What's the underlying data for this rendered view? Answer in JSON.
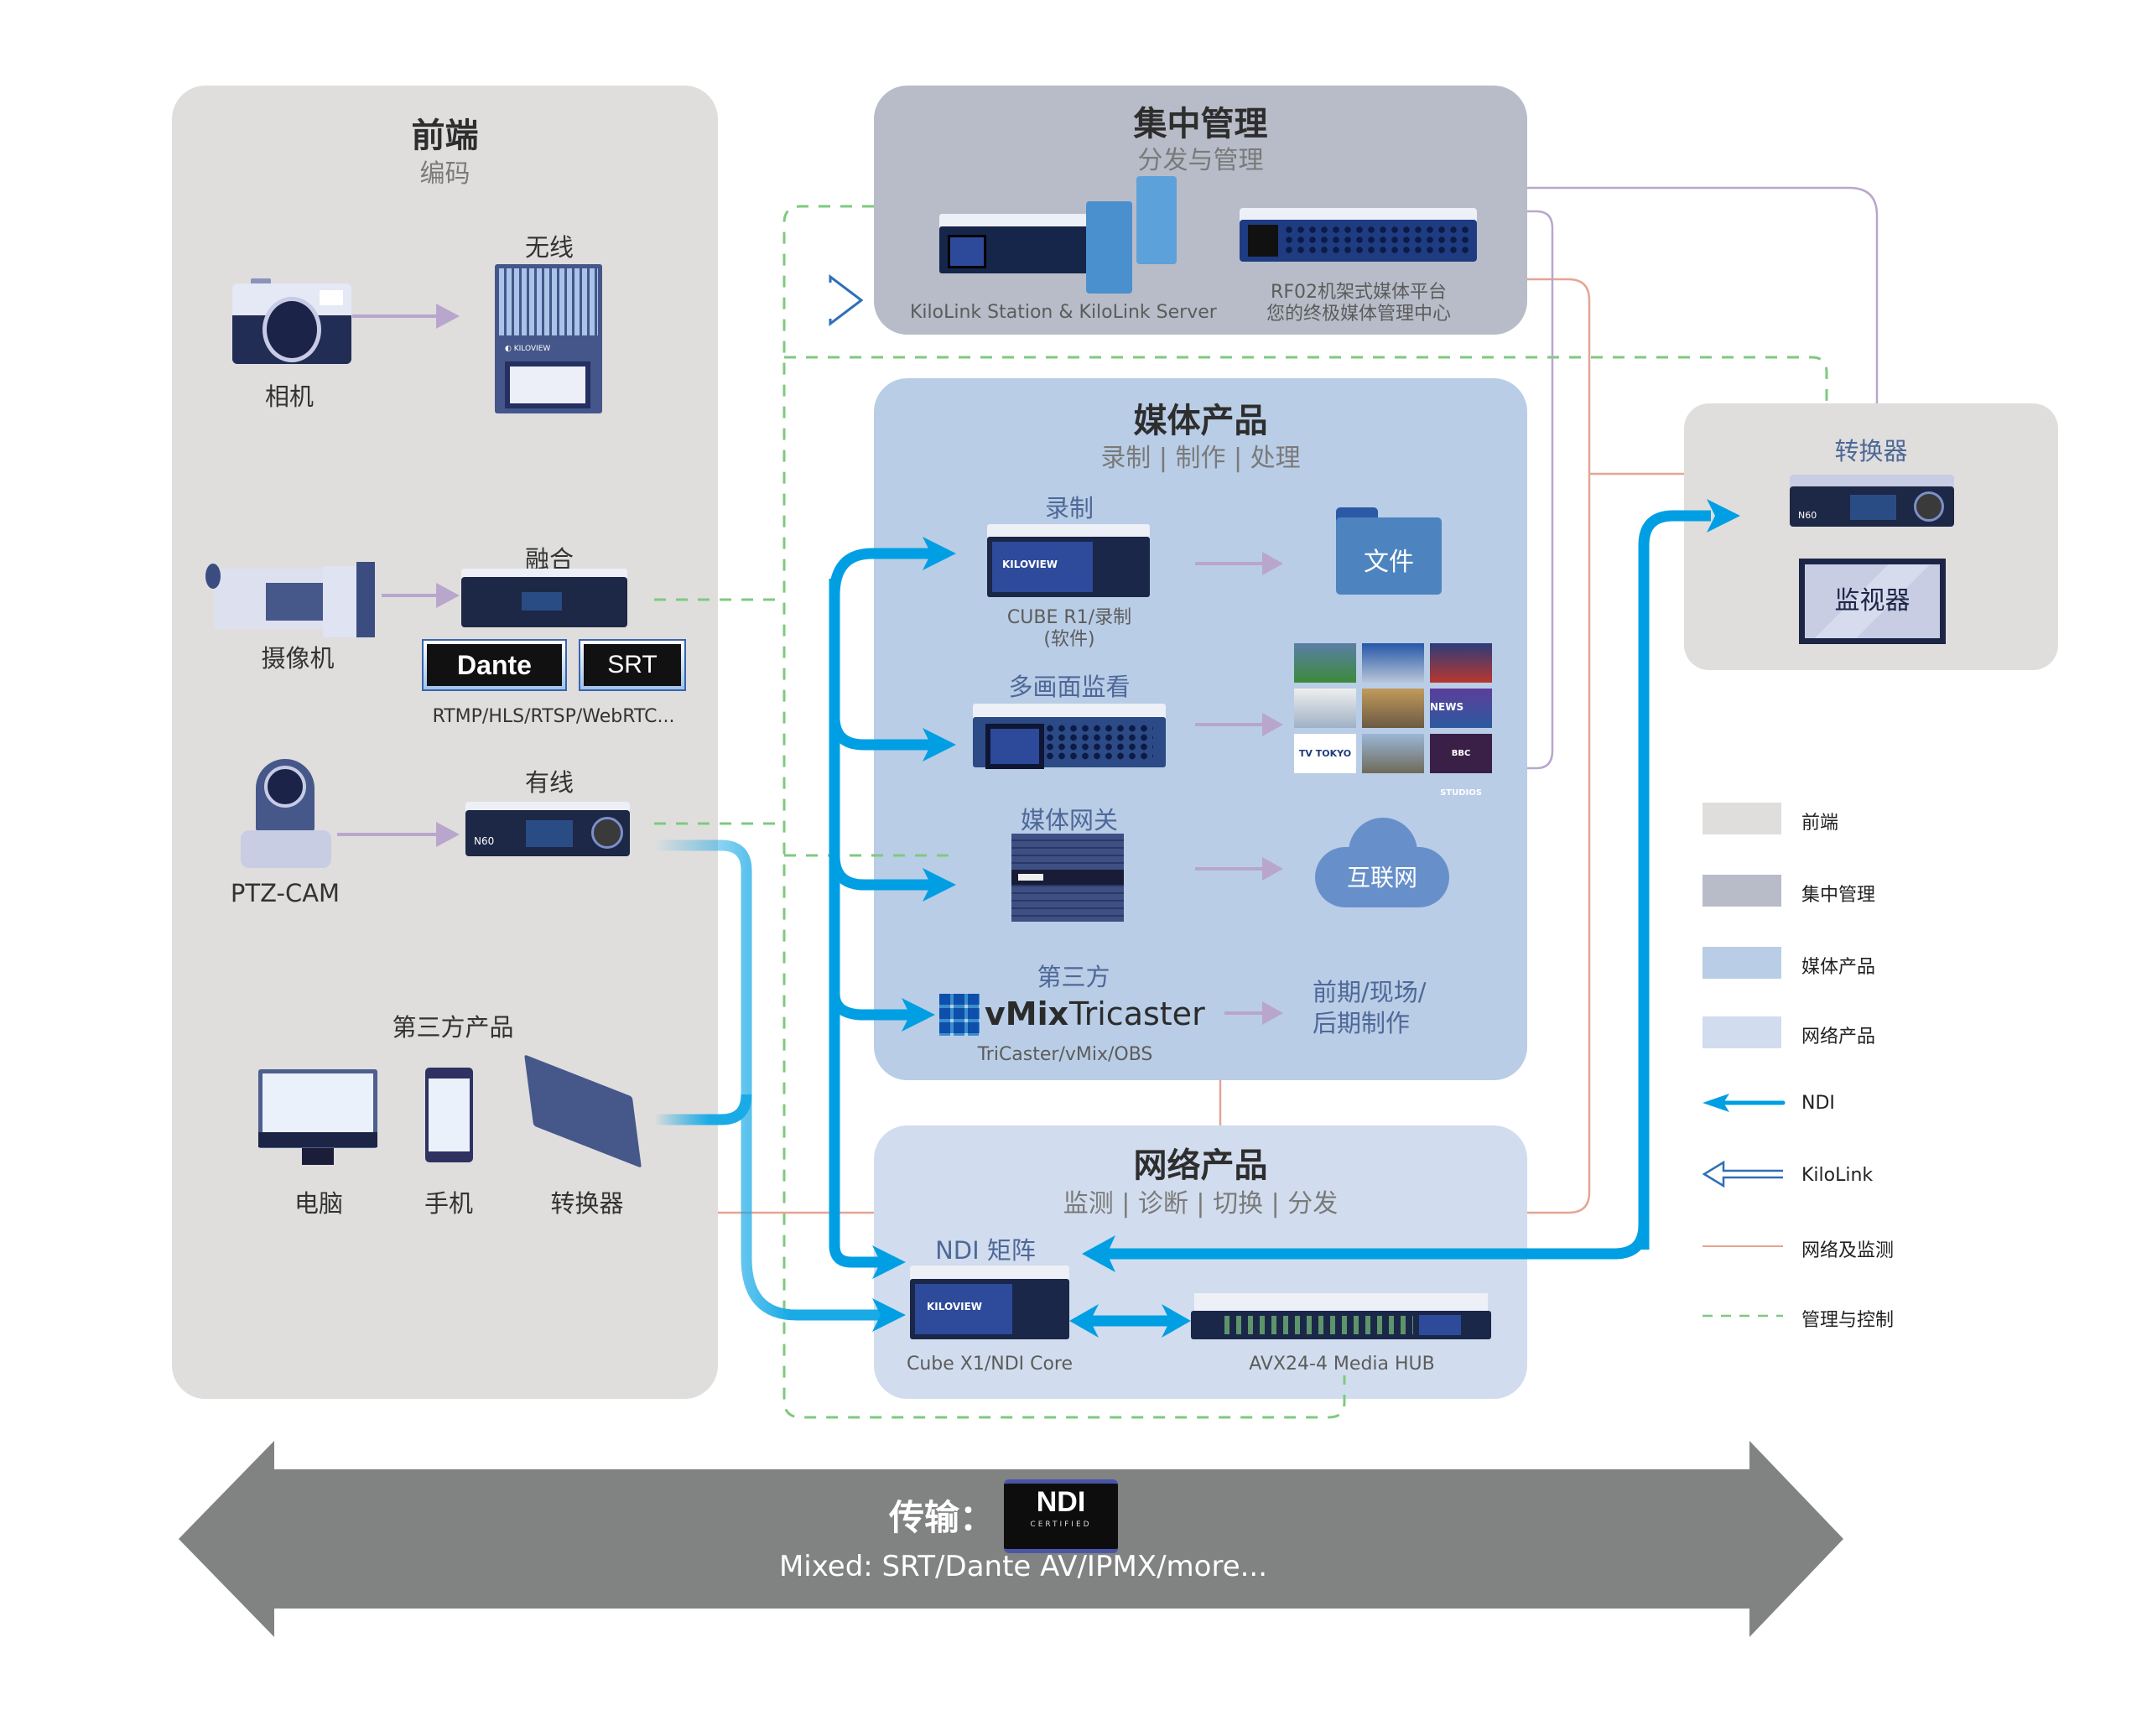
{
  "colors": {
    "front_panel": "#dfdedd",
    "mgmt_panel": "#b7bcc8",
    "media_panel": "#b9cde6",
    "network_panel": "#d1ddee",
    "ndi": "#009fe3",
    "kilolink": "#2f6fb7",
    "network_monitor": "#e6a592",
    "mgmt_control": "#7fc97f",
    "flow_arrow": "#b9a6cc"
  },
  "front": {
    "title": "前端",
    "subtitle": "编码",
    "wireless_label": "无线",
    "camera_label": "相机",
    "fusion_label": "融合",
    "camcorder_label": "摄像机",
    "dante_logo": "Dante",
    "srt_logo": "SRT",
    "protocols": "RTMP/HLS/RTSP/WebRTC...",
    "wired_label": "有线",
    "ptz_label": "PTZ-CAM",
    "third_party_title": "第三方产品",
    "pc_label": "电脑",
    "phone_label": "手机",
    "converter_label": "转换器",
    "kiloview_brand": "KILOVIEW",
    "n60_brand": "N60"
  },
  "mgmt": {
    "title": "集中管理",
    "subtitle": "分发与管理",
    "station_caption": "KiloLink Station & KiloLink Server",
    "rf02_caption_1": "RF02机架式媒体平台",
    "rf02_caption_2": "您的终极媒体管理中心"
  },
  "media": {
    "title": "媒体产品",
    "subtitle": "录制 | 制作 | 处理",
    "record_label": "录制",
    "record_caption_1": "CUBE R1/录制",
    "record_caption_2": "(软件)",
    "file_label": "文件",
    "multiview_label": "多画面监看",
    "gateway_label": "媒体网关",
    "internet_label": "互联网",
    "third_party_label": "第三方",
    "vmix_logo": "vMix",
    "tricaster_logo": "Tricaster",
    "third_party_caption": "TriCaster/vMix/OBS",
    "production_1": "前期/现场/",
    "production_2": "后期制作",
    "thumbnails": [
      "football",
      "satellite",
      "news-studio",
      "headset-person",
      "race-cars",
      "NEWS",
      "TV TOKYO",
      "motocross",
      "BBC STUDIOS"
    ]
  },
  "network": {
    "title": "网络产品",
    "subtitle": "监测 | 诊断 | 切换 | 分发",
    "matrix_label": "NDI 矩阵",
    "cube_caption": "Cube X1/NDI Core",
    "hub_caption": "AVX24-4 Media HUB"
  },
  "converter": {
    "title": "转换器",
    "monitor_label": "监视器"
  },
  "legend": {
    "items": [
      {
        "label": "前端",
        "kind": "swatch",
        "color": "#dfdedd"
      },
      {
        "label": "集中管理",
        "kind": "swatch",
        "color": "#b7bcc8"
      },
      {
        "label": "媒体产品",
        "kind": "swatch",
        "color": "#b9cde6"
      },
      {
        "label": "网络产品",
        "kind": "swatch",
        "color": "#d1ddee"
      },
      {
        "label": "NDI",
        "kind": "ndi-arrow"
      },
      {
        "label": "KiloLink",
        "kind": "kilolink-arrow"
      },
      {
        "label": "网络及监测",
        "kind": "solid-line"
      },
      {
        "label": "管理与控制",
        "kind": "dashed-line"
      }
    ]
  },
  "transport": {
    "label": "传输：",
    "ndi_badge": "NDI",
    "ndi_badge_sub": "CERTIFIED",
    "protocols": "Mixed: SRT/Dante AV/IPMX/more..."
  }
}
